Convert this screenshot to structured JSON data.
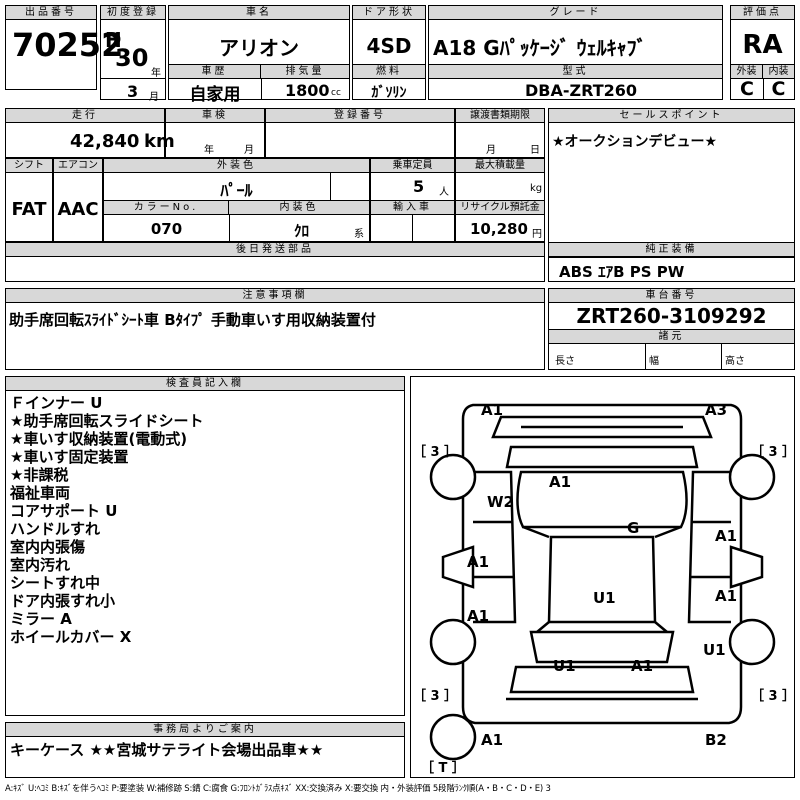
{
  "header": {
    "lot_label": "出品番号",
    "lot_number": "70252",
    "first_reg_label": "初度登録",
    "era": "H",
    "year_num": "30",
    "year_unit": "年",
    "month_num": "3",
    "month_unit": "月",
    "name_label": "車名",
    "car_name": "アリオン",
    "history_label": "車歴",
    "history_value": "自家用",
    "displacement_label": "排気量",
    "displacement_value": "1800",
    "displacement_unit": "cc",
    "door_label": "ドア形状",
    "door_value": "4SD",
    "fuel_label": "燃料",
    "fuel_value": "ｶﾞｿﾘﾝ",
    "grade_label": "グレード",
    "grade_value": "A18 Gﾊﾟｯｹｰｼﾞ ｳｪﾙｷｬﾌﾞ",
    "model_label": "型式",
    "model_value": "DBA-ZRT260",
    "score_label": "評価点",
    "score_value": "RA",
    "ext_label": "外装",
    "ext_value": "C",
    "int_label": "内装",
    "int_value": "C"
  },
  "row2": {
    "mileage_label": "走行",
    "mileage_value": "42,840",
    "mileage_unit": "km",
    "inspection_label": "車検",
    "inspection_year": "年",
    "inspection_month": "月",
    "reg_label": "登録番号",
    "transfer_label": "譲渡書類期限",
    "transfer_month": "月",
    "transfer_day": "日",
    "sales_label": "セールスポイント",
    "sales_value": "★オークションデビュー★"
  },
  "row3": {
    "shift_label": "シフト",
    "shift_value": "FAT",
    "ac_label": "エアコン",
    "ac_value": "AAC",
    "ext_color_label": "外装色",
    "ext_color_value": "ﾊﾟｰﾙ",
    "color_no_label": "カラーNo.",
    "color_no_value": "070",
    "int_color_label": "内装色",
    "int_color_value": "ｸﾛ",
    "int_color_unit": "系",
    "capacity_label": "乗車定員",
    "capacity_value": "5",
    "capacity_unit": "人",
    "load_label": "最大積載量",
    "load_unit": "kg",
    "import_label": "輸入車",
    "recycle_label": "リサイクル預託金",
    "recycle_value": "10,280",
    "recycle_unit": "円"
  },
  "later_parts_label": "後日発送部品",
  "genuine_label": "純正装備",
  "genuine_value": "ABS ｴｱB PS PW",
  "notes_label": "注意事項欄",
  "notes_value": "助手席回転ｽﾗｲﾄﾞｼｰﾄ車 Bﾀｲﾌﾟ 手動車いす用収納装置付",
  "chassis_label": "車台番号",
  "chassis_value": "ZRT260-3109292",
  "dims_label": "諸元",
  "length_label": "長さ",
  "width_label": "幅",
  "height_label": "高さ",
  "inspector_label": "検査員記入欄",
  "inspector_items": [
    "Ｆインナー U",
    "★助手席回転スライドシート",
    "★車いす収納装置(電動式)",
    "★車いす固定装置",
    "★非課税",
    "福祉車両",
    "コアサポート U",
    "ハンドルすれ",
    "室内内張傷",
    "室内汚れ",
    "シートすれ中",
    "ドア内張すれ小",
    "ミラー A",
    "ホイールカバー X"
  ],
  "diagram": {
    "codes": [
      "A1",
      "A3",
      "W2",
      "A1",
      "G",
      "A1",
      "A1",
      "U1",
      "A1",
      "A1",
      "U1",
      "U1",
      "A1",
      "A1",
      "B2"
    ],
    "tires": [
      "［ 3 ］",
      "［ 3 ］",
      "［ 3 ］",
      "［ 3 ］",
      "［ T ］"
    ]
  },
  "office_label": "事務局よりご案内",
  "office_value": "キーケース ★★宮城サテライト会場出品車★★",
  "legend": "A:ｷｽﾞ U:ﾍｺﾐ B:ｷｽﾞを伴うﾍｺﾐ P:要塗装 W:補修跡 S:錆 C:腐食 G:ﾌﾛﾝﾄｶﾞﾗｽ点ｷｽﾞ XX:交換済み X:要交換 内・外装評価 5段階ﾗﾝｸ順(A・B・C・D・E) 3"
}
